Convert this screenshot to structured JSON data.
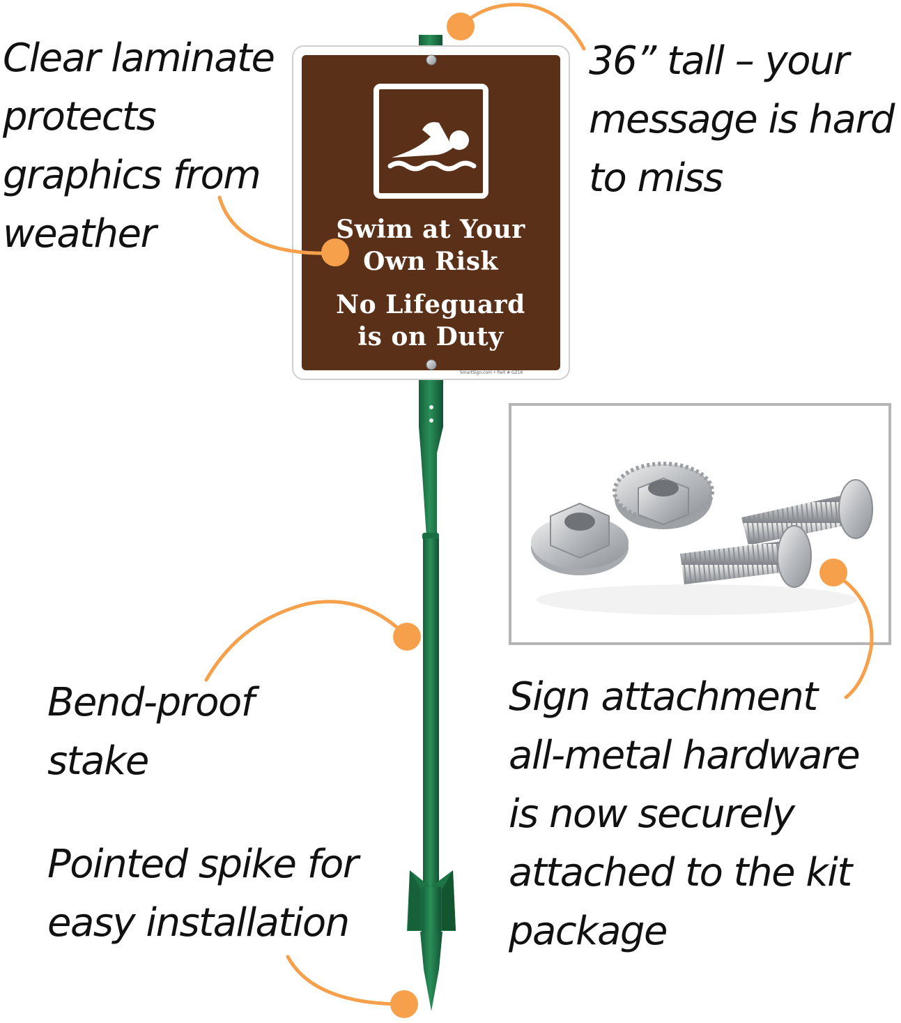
{
  "colors": {
    "accent": "#f7a04b",
    "sign_brown": "#5a3019",
    "stake_green": "#1e7a49",
    "text": "#111111"
  },
  "callouts": {
    "laminate": [
      "Clear laminate",
      "protects",
      "graphics from",
      "weather"
    ],
    "tall": [
      "36” tall – your",
      "message is hard",
      "to miss"
    ],
    "bend_proof": [
      "Bend-proof",
      "stake"
    ],
    "spike": [
      "Pointed spike for",
      "easy installation"
    ],
    "hardware": [
      "Sign attachment",
      "all-metal hardware",
      "is now securely",
      "attached to the kit",
      "package"
    ]
  },
  "sign": {
    "icon": "swimmer-icon",
    "message_1": [
      "Swim at Your",
      "Own Risk"
    ],
    "message_2": [
      "No Lifeguard",
      "is on Duty"
    ],
    "part_label": "SmartSign.com • Part # GZ1K"
  },
  "inset": {
    "items": [
      "flange-nut",
      "serrated-flange-nut",
      "bolt",
      "bolt"
    ]
  }
}
